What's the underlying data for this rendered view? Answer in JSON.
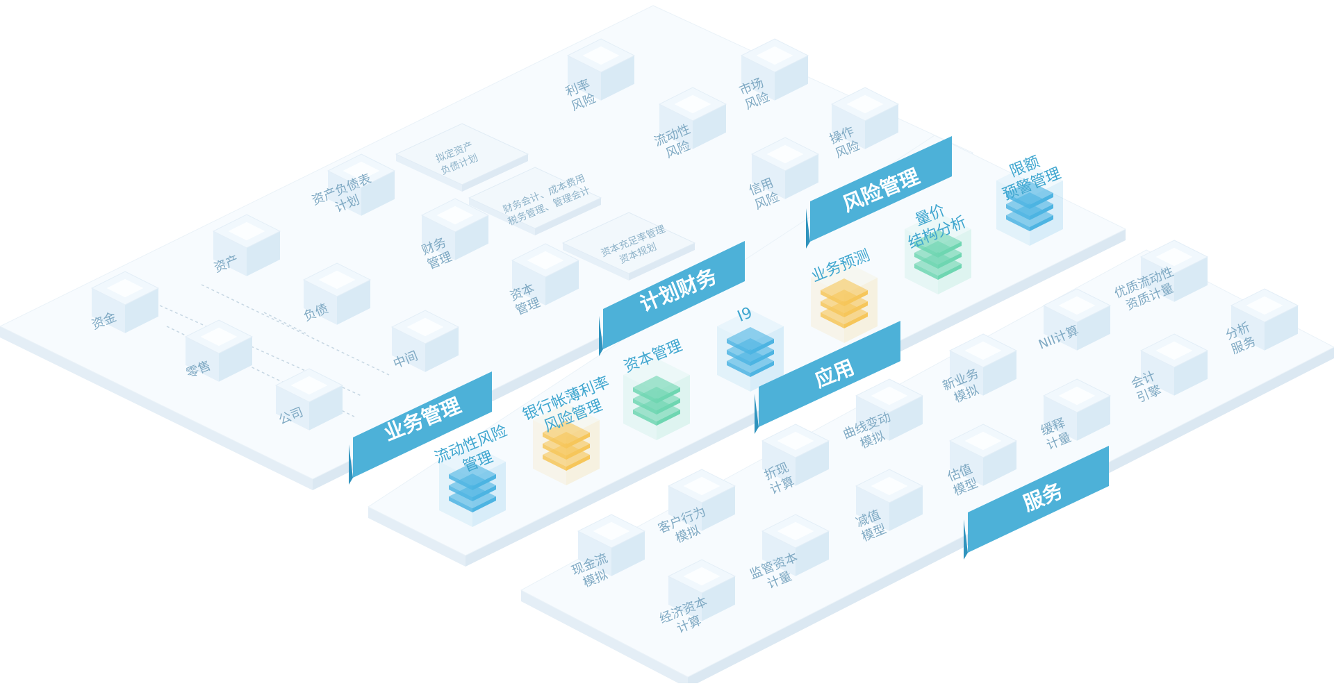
{
  "platforms": [
    {
      "name": "business-platform"
    },
    {
      "name": "application-platform"
    },
    {
      "name": "service-platform"
    }
  ],
  "banners": {
    "business": "业务管理",
    "planning": "计划财务",
    "risk": "风险管理",
    "application": "应用",
    "service": "服务"
  },
  "business": {
    "cubes": [
      {
        "label": "资金"
      },
      {
        "label": "资产"
      },
      {
        "label": "负债"
      },
      {
        "label": "零售"
      },
      {
        "label": "公司"
      },
      {
        "label": "中间"
      },
      {
        "label": "资产负债表\n计划"
      },
      {
        "label": "财务\n管理"
      },
      {
        "label": "资本\n管理"
      },
      {
        "label": "利率\n风险"
      },
      {
        "label": "流动性\n风险"
      },
      {
        "label": "市场\n风险"
      },
      {
        "label": "操作\n风险"
      },
      {
        "label": "信用\n风险"
      }
    ],
    "cards": [
      {
        "label": "拟定资产\n负债计划"
      },
      {
        "label": "财务会计、成本费用\n税务管理、管理会计"
      },
      {
        "label": "资本充足率管理\n资本规划"
      }
    ]
  },
  "applications": [
    {
      "label": "流动性风险\n管理",
      "color": "blue"
    },
    {
      "label": "银行帐薄利率\n风险管理",
      "color": "yellow"
    },
    {
      "label": "资本管理",
      "color": "green"
    },
    {
      "label": "I9",
      "color": "blue"
    },
    {
      "label": "业务预测",
      "color": "yellow"
    },
    {
      "label": "量价\n结构分析",
      "color": "green"
    },
    {
      "label": "限额\n预警管理",
      "color": "blue"
    }
  ],
  "services": [
    {
      "label": "现金流\n模拟"
    },
    {
      "label": "经济资本\n计算"
    },
    {
      "label": "客户行为\n模拟"
    },
    {
      "label": "监管资本\n计量"
    },
    {
      "label": "折现\n计算"
    },
    {
      "label": "减值\n模型"
    },
    {
      "label": "曲线变动\n模拟"
    },
    {
      "label": "估值\n模型"
    },
    {
      "label": "新业务\n模拟"
    },
    {
      "label": "缓释\n计量"
    },
    {
      "label": "NII计算"
    },
    {
      "label": "会计\n引擎"
    },
    {
      "label": "优质流动性\n资质计量"
    },
    {
      "label": "分析\n服务"
    }
  ],
  "colors": {
    "banner": "#4db1d8",
    "banner_side": "#2f93bd",
    "platform_top": "#f7fbfe",
    "platform_side": "#e4eef6",
    "cube_top": "#f1f8fd",
    "cube_left": "#e4f0f9",
    "cube_right": "#d9eaf5",
    "stack_blue": "#4db4e2",
    "stack_yellow": "#f6c65a",
    "stack_green": "#6ed6b1"
  }
}
